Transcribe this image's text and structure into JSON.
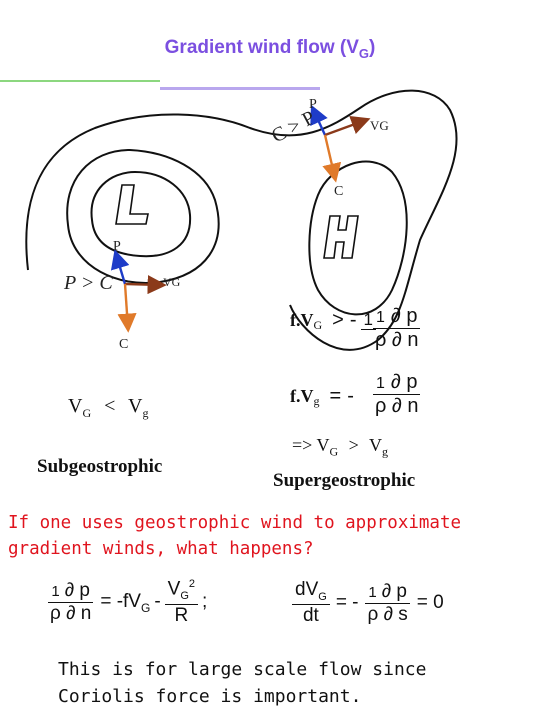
{
  "title": "Gradient wind flow (VG)",
  "title_main": "Gradient wind flow (V",
  "title_sub": "G",
  "title_end": ")",
  "labels": {
    "p_top": "P",
    "c_gt_p": "C > P",
    "vg_top": "VG",
    "c_right": "C",
    "low": "L",
    "high": "H",
    "p_left": "P",
    "p_gt_c": "P > C",
    "vg_left": "VG",
    "c_left": "C"
  },
  "left": {
    "relation_v": "V",
    "relation_sub1": "G",
    "relation_lt": "<",
    "relation_v2": "V",
    "relation_sub2": "g",
    "caption": "Subgeostrophic"
  },
  "right": {
    "eq1_lhs": "f.V",
    "eq1_sub": "G",
    "eq1_op": ">",
    "eq2_lhs": "f.V",
    "eq2_sub": "g",
    "eq2_op": "=",
    "implies": "=> V",
    "implies_sub1": "G",
    "implies_gt": ">",
    "implies_v": "V",
    "implies_sub2": "g",
    "caption": "Supergeostrophic"
  },
  "frac": {
    "one": "1",
    "dp": "∂ p",
    "rho_dn": "ρ ∂ n",
    "rho_ds": "ρ ∂ s",
    "minus": "-"
  },
  "question_line1": "If one uses geostrophic wind to approximate",
  "question_line2": "gradient winds, what happens?",
  "bottom_eq": {
    "eq_minus_f": "= -fV",
    "eq_minus_f_sub": "G",
    "vg2_num": "V",
    "vg2_sub": "G",
    "vg2_sup": "2",
    "r": "R",
    "semicolon": ";",
    "dvg": "dV",
    "dvg_sub": "G",
    "dt": "dt",
    "equals_minus": "= -",
    "equals_zero": "= 0"
  },
  "note_line1": "This is for large scale flow since",
  "note_line2": "Coriolis force is important.",
  "colors": {
    "title": "#7b4fe0",
    "question": "#e0141e",
    "pressure_arrow": "#1e3cc8",
    "coriolis_arrow": "#e07a2a",
    "velocity_arrow": "#8b3a1a",
    "rule_green": "#8cd77f",
    "rule_purple": "#b9a7ee"
  }
}
